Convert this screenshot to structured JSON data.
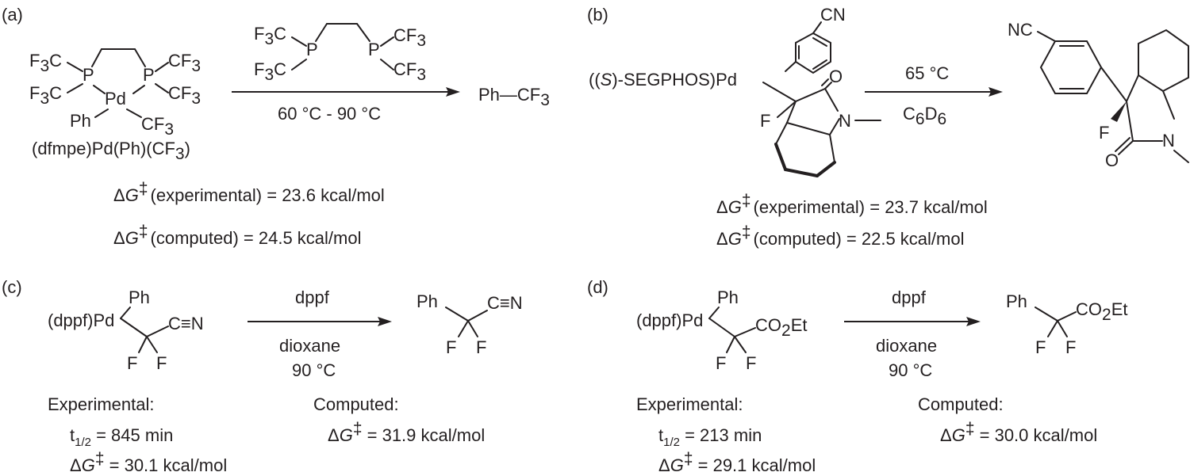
{
  "panels": {
    "a": {
      "label": "(a)",
      "reactant_name": "(dfmpe)Pd(Ph)(CF",
      "reactant_name_sub": "3",
      "reactant_name_end": ")",
      "pd": "Pd",
      "ph": "Ph",
      "product": "Ph—CF",
      "product_sub": "3",
      "conditions": "60 °C - 90 °C",
      "dg_exp_label": "(experimental) = 23.6 kcal/mol",
      "dg_comp_label": "(computed) = 24.5 kcal/mol"
    },
    "b": {
      "label": "(b)",
      "reactant_prefix": "((",
      "reactant_s": "S",
      "reactant_rest": ")-SEGPHOS)Pd",
      "cn": "CN",
      "nc": "NC",
      "o": "O",
      "n": "N",
      "f": "F",
      "temp": "65 °C",
      "solvent": "C",
      "solvent_sub1": "6",
      "solvent_d": "D",
      "solvent_sub2": "6",
      "dg_exp_label": "(experimental) = 23.7 kcal/mol",
      "dg_comp_label": "(computed) = 22.5 kcal/mol"
    },
    "c": {
      "label": "(c)",
      "complex": "(dppf)Pd",
      "ph": "Ph",
      "group": "C≡N",
      "f": "F",
      "reagent": "dppf",
      "solvent": "dioxane",
      "temp": "90 °C",
      "exp_title": "Experimental:",
      "t_half_val": " = 845 min",
      "dg_exp": " = 30.1 kcal/mol",
      "comp_title": "Computed:",
      "dg_comp": " = 31.9 kcal/mol"
    },
    "d": {
      "label": "(d)",
      "complex": "(dppf)Pd",
      "ph": "Ph",
      "group": "CO",
      "group_sub": "2",
      "group_end": "Et",
      "f": "F",
      "reagent": "dppf",
      "solvent": "dioxane",
      "temp": "90 °C",
      "exp_title": "Experimental:",
      "t_half_val": " = 213 min",
      "dg_exp": " = 29.1 kcal/mol",
      "comp_title": "Computed:",
      "dg_comp": " = 30.0 kcal/mol"
    }
  },
  "common": {
    "delta": "Δ",
    "g": "G",
    "dagger": "‡",
    "t": "t",
    "half_sub": "1/2",
    "f3c": "F",
    "three": "3",
    "c": "C",
    "cf": "CF",
    "p": "P"
  }
}
